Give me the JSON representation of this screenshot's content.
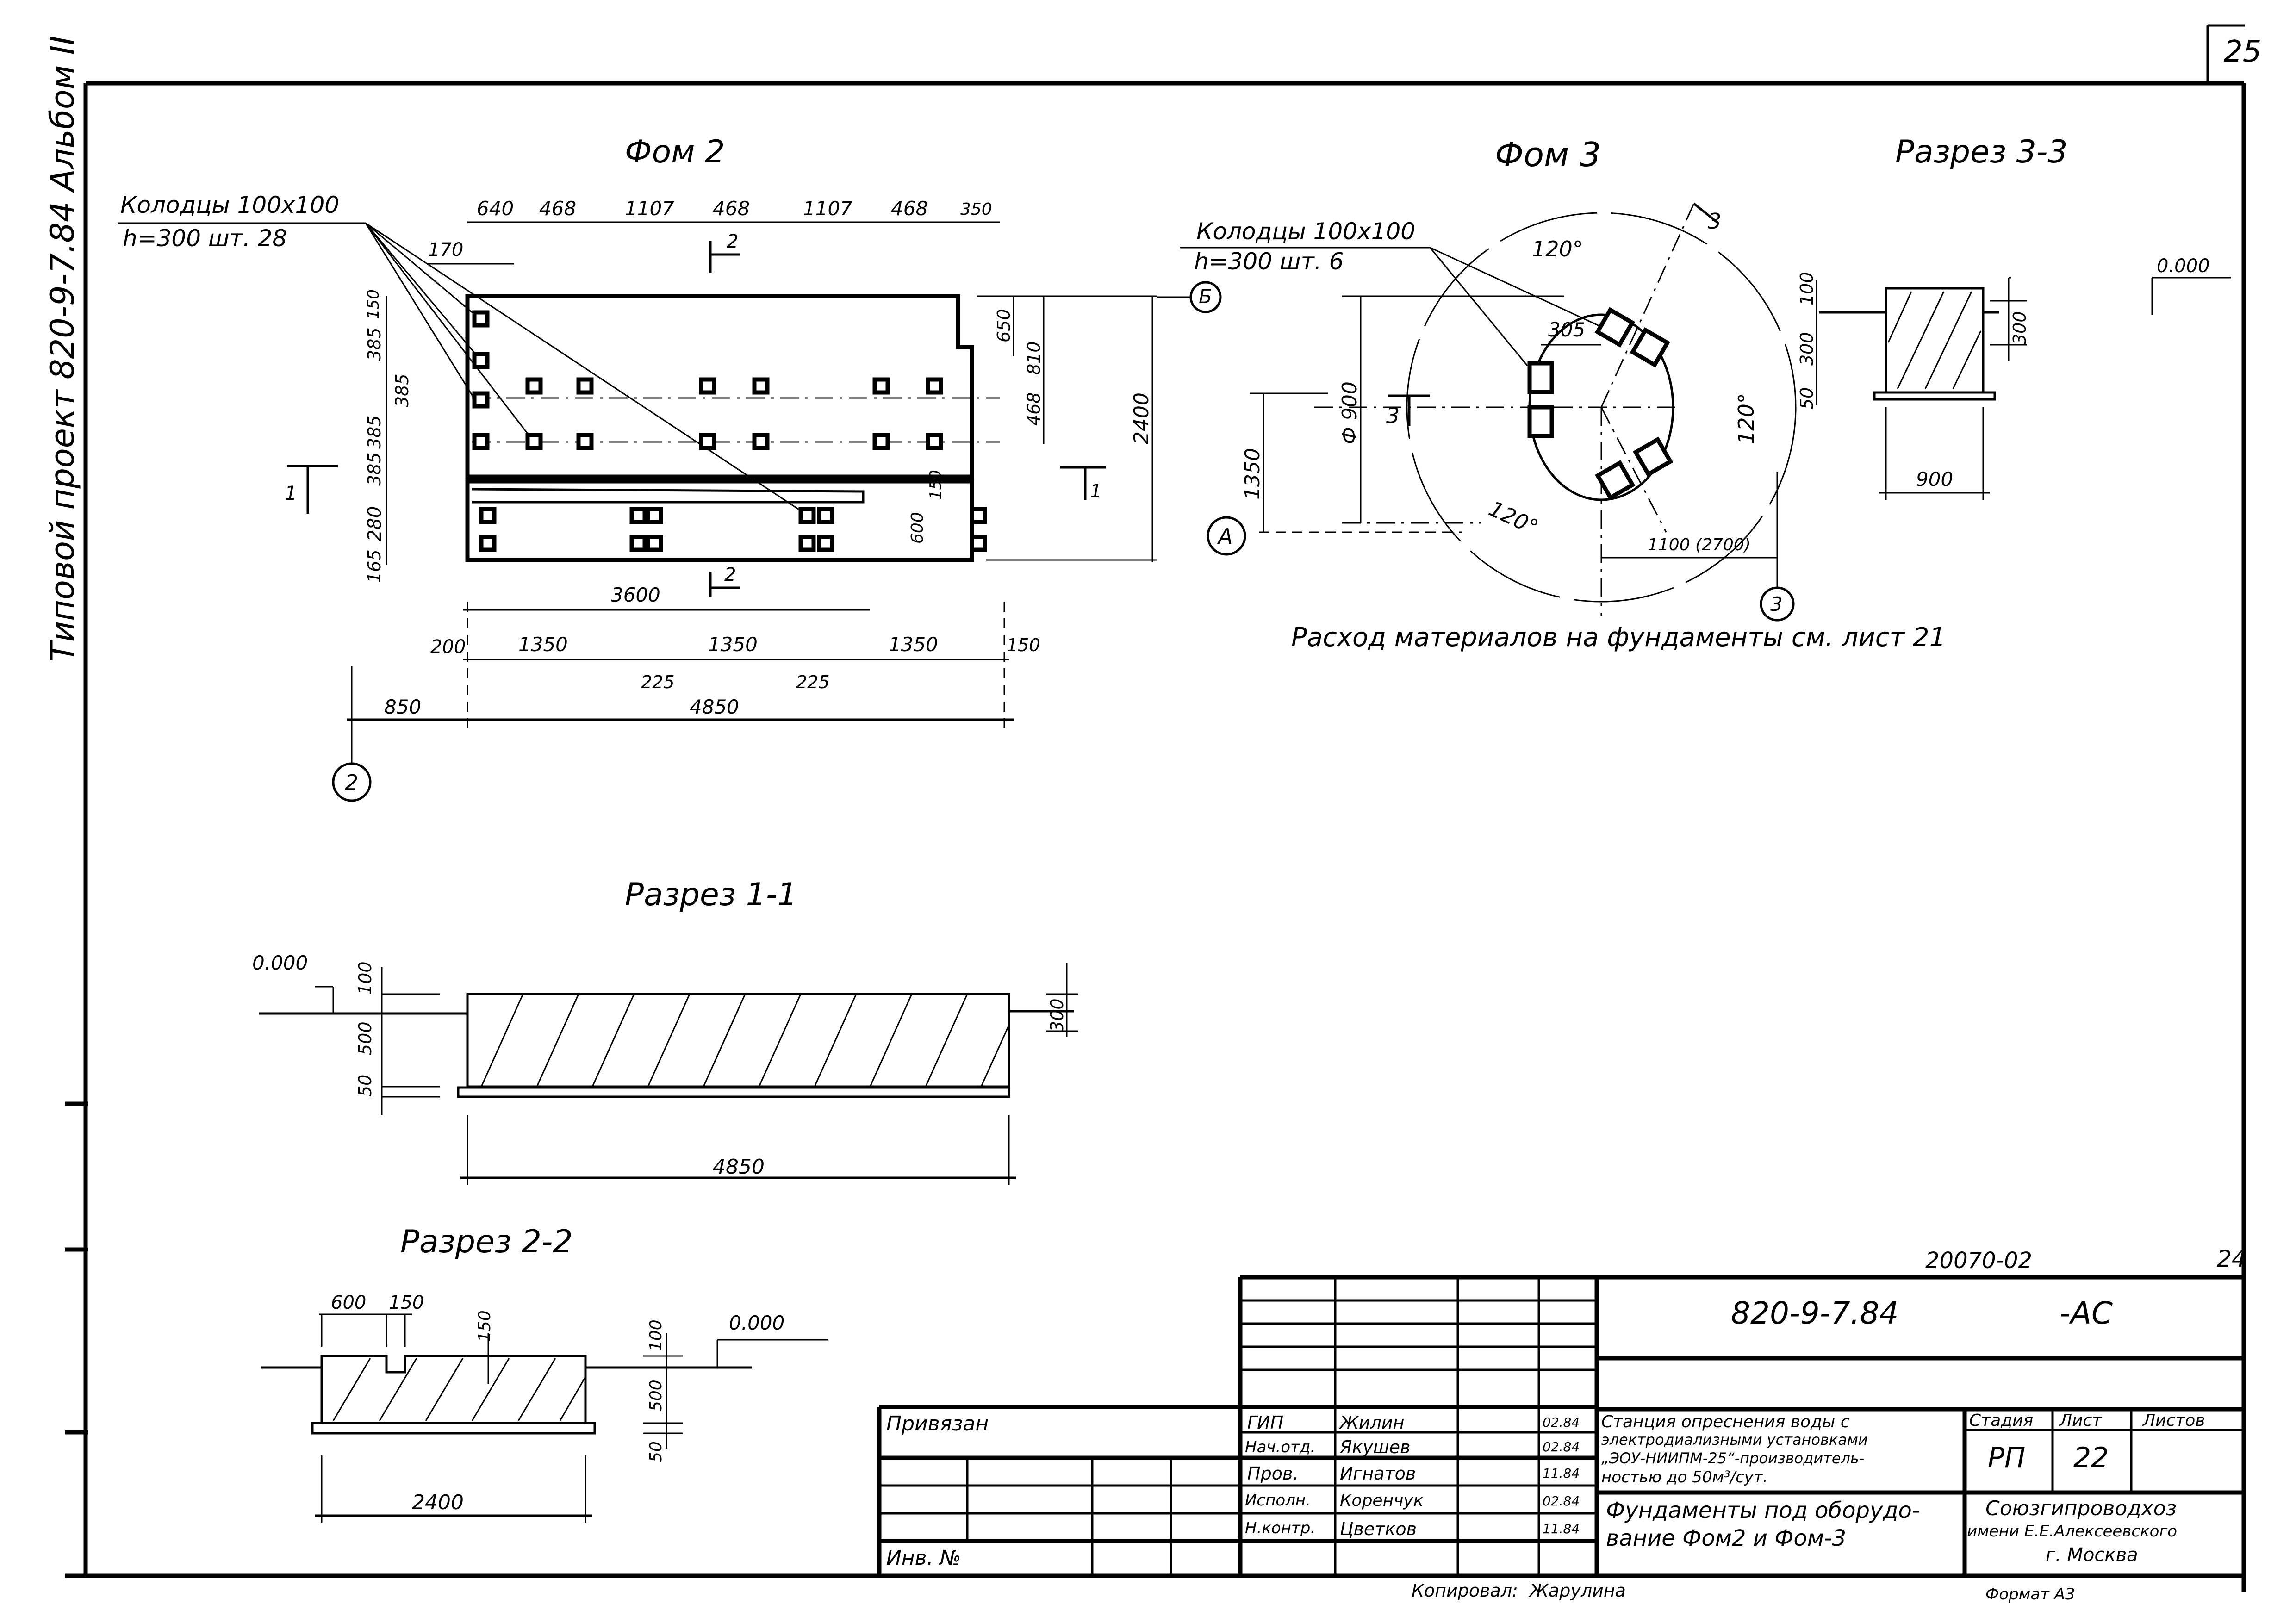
{
  "sheet": {
    "corner_page_number": "25",
    "side_stamp": "Типовой проект 820-9-7.84 Альбом II",
    "archive_number": "20070-02",
    "archive_sheet": "24",
    "copied_by_label": "Копировал:",
    "copied_by_name": "Жарулина",
    "format_label": "Формат А3"
  },
  "plan_fom2": {
    "title": "Фом 2",
    "wells_note_line1": "Колодцы 100x100",
    "wells_note_line2": "h=300 шт. 28",
    "top_dims": [
      "640",
      "468",
      "1107",
      "468",
      "1107",
      "468",
      "350"
    ],
    "offset_dim": "170",
    "left_dims": [
      "150",
      "385",
      "385",
      "385",
      "280",
      "165"
    ],
    "inner_dim": "385",
    "right_dims": [
      "650",
      "810",
      "468",
      "2400"
    ],
    "slot_dims": [
      "150",
      "600"
    ],
    "bottom_dims_row1": "3600",
    "bottom_dims_row2": [
      "200",
      "1350",
      "1350",
      "1350",
      "150"
    ],
    "bottom_dims_row3": [
      "225",
      "225"
    ],
    "bottom_dims_row4": [
      "850",
      "4850"
    ],
    "axis_label": "2",
    "axis_b": "Б",
    "section_1_label": "1",
    "section_2_label": "2"
  },
  "plan_fom3": {
    "title": "Фом 3",
    "wells_note_line1": "Колодцы 100x100",
    "wells_note_line2": "h=300 шт. 6",
    "angles": [
      "120°",
      "120°",
      "120°"
    ],
    "diameter_dim": "Ф 900",
    "well_offset_dim": "305",
    "axis_dim": "1350",
    "radius_dim": "1100 (2700)",
    "axis_a": "А",
    "axis_3": "3",
    "section_label": "3"
  },
  "section_3_3": {
    "title": "Разрез 3-3",
    "level": "0.000",
    "left_dims": [
      "100",
      "300",
      "50"
    ],
    "right_dim": "300",
    "width_dim": "900"
  },
  "materials_note": "Расход материалов на фундаменты см. лист 21",
  "section_1_1": {
    "title": "Разрез 1-1",
    "level": "0.000",
    "left_dims": [
      "100",
      "500",
      "50"
    ],
    "right_dim": "300",
    "width_dim": "4850"
  },
  "section_2_2": {
    "title": "Разрез 2-2",
    "level": "0.000",
    "top_dims": [
      "600",
      "150"
    ],
    "notch_dim": "150",
    "right_dims": [
      "100",
      "500",
      "50"
    ],
    "width_dim": "2400"
  },
  "title_block": {
    "doc_code": "820-9-7.84",
    "doc_suffix": "-АС",
    "bound_label": "Привязан",
    "inv_label": "Инв. №",
    "roles": [
      {
        "role": "ГИП",
        "name": "Жилин",
        "date": "02.84"
      },
      {
        "role": "Нач.отд.",
        "name": "Якушев",
        "date": "02.84"
      },
      {
        "role": "Пров.",
        "name": "Игнатов",
        "date": "11.84"
      },
      {
        "role": "Исполн.",
        "name": "Коренчук",
        "date": "02.84"
      },
      {
        "role": "Н.контр.",
        "name": "Цветков",
        "date": "11.84"
      }
    ],
    "project_name_lines": [
      "Станция опреснения воды с",
      "электродиализными установками",
      "„ЭОУ-НИИПМ-25“-производитель-",
      "ностью до 50м³/сут."
    ],
    "sheet_title_lines": [
      "Фундаменты под оборудо-",
      "вание Фом2 и Фом-3"
    ],
    "stage_label": "Стадия",
    "sheet_label": "Лист",
    "sheets_label": "Листов",
    "stage_value": "РП",
    "sheet_value": "22",
    "sheets_value": "",
    "org_lines": [
      "Союзгипроводхоз",
      "имени Е.Е.Алексеевского",
      "г. Москва"
    ]
  }
}
